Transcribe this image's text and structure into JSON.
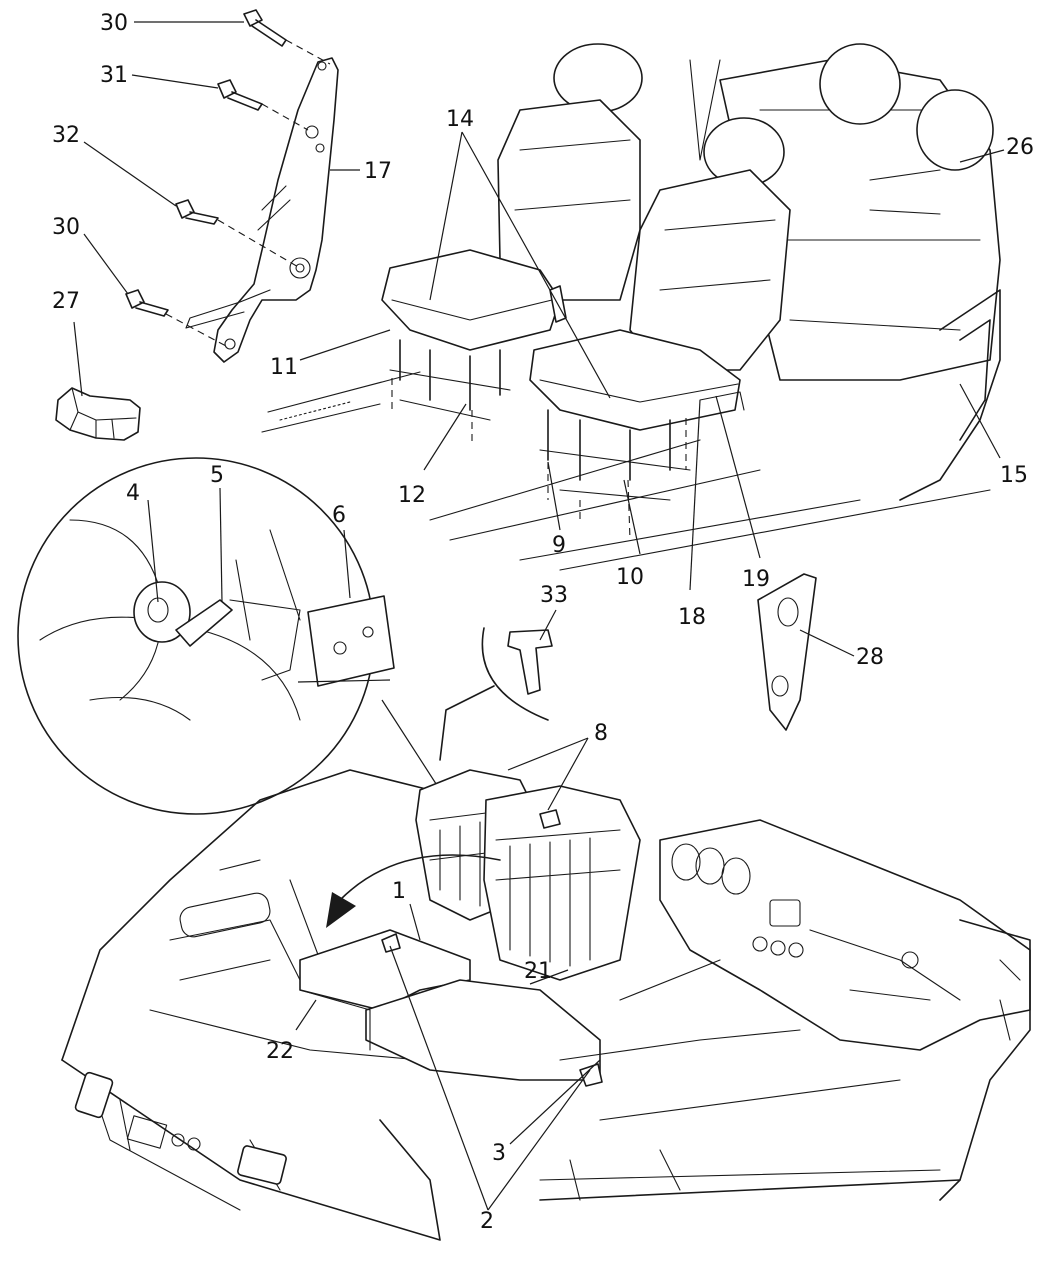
{
  "callouts": [
    {
      "id": "c30a",
      "text": "30"
    },
    {
      "id": "c31",
      "text": "31"
    },
    {
      "id": "c32",
      "text": "32"
    },
    {
      "id": "c30b",
      "text": "30"
    },
    {
      "id": "c27",
      "text": "27"
    },
    {
      "id": "c17",
      "text": "17"
    },
    {
      "id": "c14",
      "text": "14"
    },
    {
      "id": "c26",
      "text": "26"
    },
    {
      "id": "c11",
      "text": "11"
    },
    {
      "id": "c12",
      "text": "12"
    },
    {
      "id": "c15",
      "text": "15"
    },
    {
      "id": "c4",
      "text": "4"
    },
    {
      "id": "c5",
      "text": "5"
    },
    {
      "id": "c6",
      "text": "6"
    },
    {
      "id": "c9",
      "text": "9"
    },
    {
      "id": "c10",
      "text": "10"
    },
    {
      "id": "c19",
      "text": "19"
    },
    {
      "id": "c18",
      "text": "18"
    },
    {
      "id": "c33",
      "text": "33"
    },
    {
      "id": "c28",
      "text": "28"
    },
    {
      "id": "c8",
      "text": "8"
    },
    {
      "id": "c1",
      "text": "1"
    },
    {
      "id": "c21",
      "text": "21"
    },
    {
      "id": "c22",
      "text": "22"
    },
    {
      "id": "c3",
      "text": "3"
    },
    {
      "id": "c2",
      "text": "2"
    }
  ]
}
